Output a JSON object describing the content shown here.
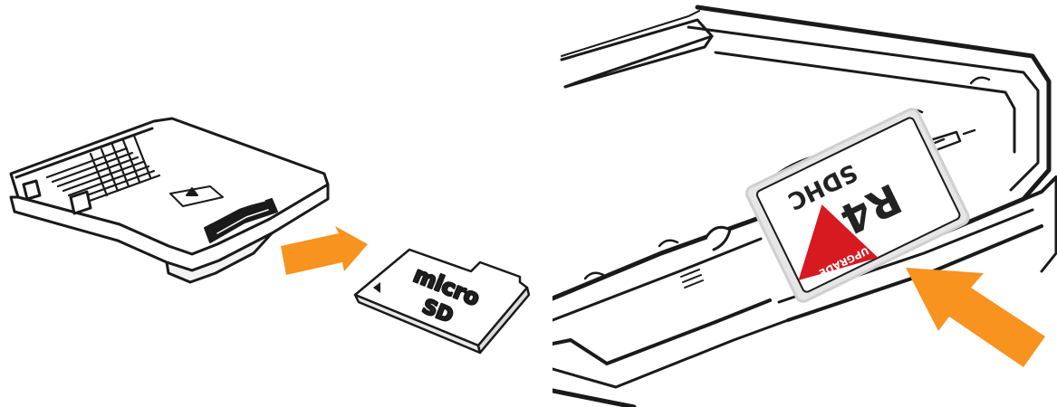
{
  "colors": {
    "arrow": "#F7931E",
    "stroke": "#1a1a1a",
    "background": "#ffffff",
    "label_red": "#D71920",
    "card_face": "#ffffff",
    "card_edge": "#cfcfcf"
  },
  "left_step": {
    "card_logo_top": "micro",
    "card_logo_bottom": "SD",
    "arrow_icon": "arrow-right-icon"
  },
  "right_step": {
    "card_brand": "R4",
    "card_type": "SDHC",
    "card_upgrade": "UPGRADE",
    "arrow_icon": "arrow-up-left-icon"
  }
}
